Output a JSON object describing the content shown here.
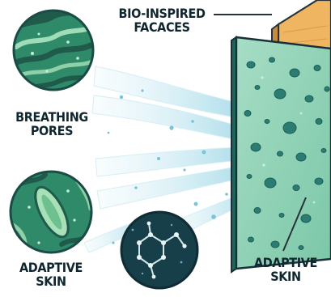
{
  "labels": {
    "bio_inspired_line1": "BIO-INSPIRED",
    "bio_inspired_line2": "FACACES",
    "breathing_pores_line1": "BREATHING",
    "breathing_pores_line2": "PORES",
    "adaptive_skin_left_line1": "ADAPTIVE",
    "adaptive_skin_left_line2": "SKIN",
    "adaptive_skin_right_line1": "ADAPTIVE",
    "adaptive_skin_right_line2": "SKIN"
  },
  "icons": {
    "breathing_pores": "cell-texture-circle-icon",
    "adaptive_skin": "cell-organelle-circle-icon",
    "molecule": "molecule-icon",
    "facade_panel": "porous-facade-panel-icon",
    "timber_panel": "timber-panel-icon"
  },
  "colors": {
    "cell_green": "#2f8a6a",
    "cell_dark": "#1f5a4a",
    "facade_mint": "#8ed2b6",
    "facade_edge": "#1b6a58",
    "timber": "#efb560",
    "molecule_bg": "#173f4a",
    "airflow": "#bfe4ef",
    "ink": "#10262e"
  }
}
